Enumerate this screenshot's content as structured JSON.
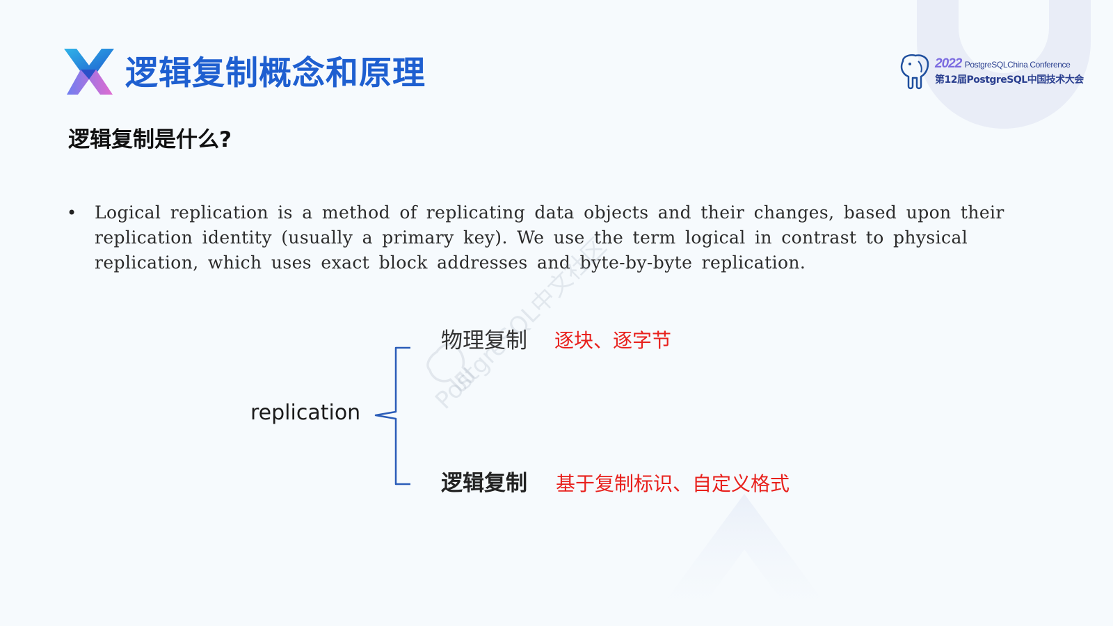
{
  "header": {
    "title": "逻辑复制概念和原理"
  },
  "conference": {
    "year": "2022",
    "name": "PostgreSQLChina Conference",
    "subtitle": "第12届PostgreSQL中国技术大会"
  },
  "slide": {
    "subheading": "逻辑复制是什么?",
    "bullet": "Logical replication is a method of replicating data objects and their changes, based upon their replication identity (usually a primary key). We use the term logical in contrast to physical replication, which uses exact block addresses and byte-by-byte replication."
  },
  "diagram": {
    "root": "replication",
    "branches": [
      {
        "label": "物理复制",
        "note": "逐块、逐字节"
      },
      {
        "label": "逻辑复制",
        "note": "基于复制标识、自定义格式"
      }
    ]
  },
  "watermark": {
    "text": "PostgreSQL中文社区"
  },
  "colors": {
    "title": "#1e5fd0",
    "note": "#e8201c",
    "bracket": "#2a5cb8"
  }
}
